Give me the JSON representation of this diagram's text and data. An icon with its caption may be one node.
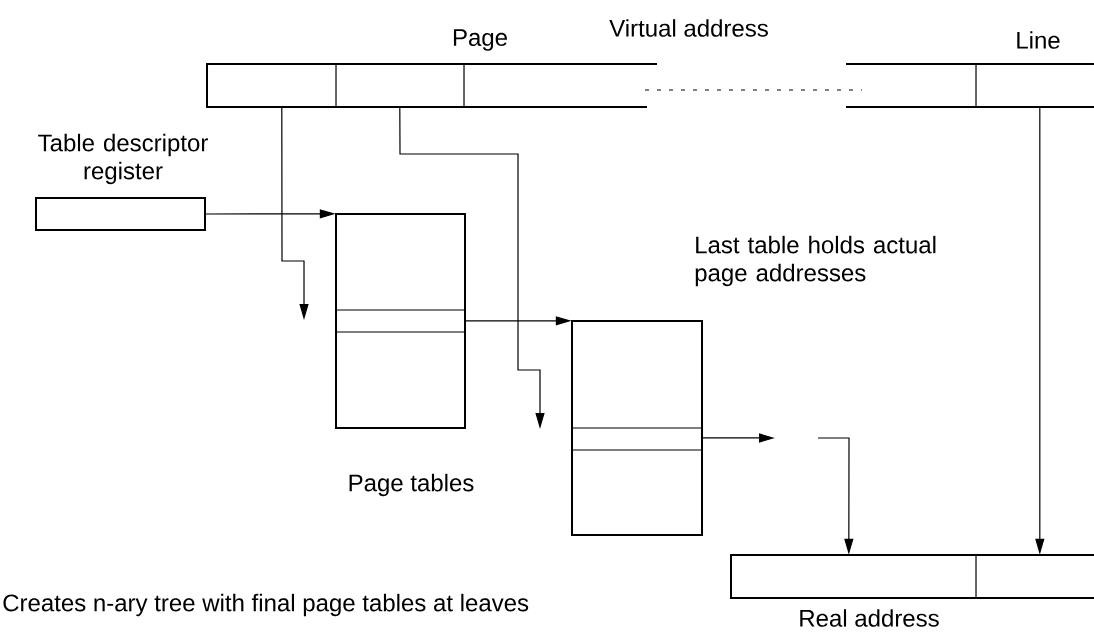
{
  "diagram": {
    "nodes": [
      {
        "text": [
          "Virtual address"
        ]
      },
      {
        "text": [
          "Table descriptor register"
        ]
      },
      {
        "text": [],
        "shape": "box"
      },
      {
        "text": [],
        "shape": "box"
      },
      {
        "text": [
          "Real address"
        ]
      }
    ],
    "edges": [
      {
        "from": 1,
        "to": 2,
        "arrow": "to"
      },
      {
        "from": 0,
        "to": null,
        "arrow": "to"
      },
      {
        "from": 2,
        "to": 3,
        "arrow": "to"
      },
      {
        "from": 0,
        "to": null,
        "arrow": "to"
      },
      {
        "from": 3,
        "to": null,
        "arrow": "to"
      },
      {
        "from": null,
        "to": 4,
        "arrow": "to"
      },
      {
        "from": 0,
        "to": 4,
        "arrow": "to"
      }
    ],
    "labels": [
      "Page",
      "Line",
      "Last table holds actual page addresses",
      "Page tables",
      "Creates n-ary tree with final page tables at leaves"
    ]
  }
}
